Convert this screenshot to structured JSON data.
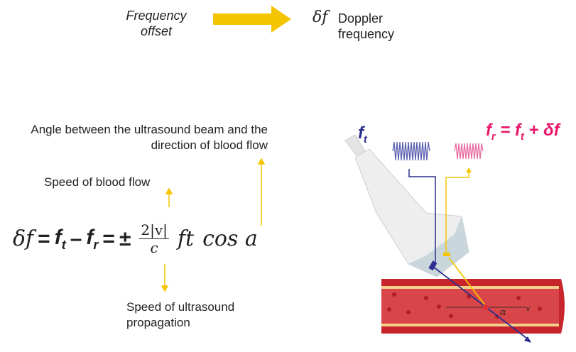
{
  "header": {
    "left_label": "Frequency offset",
    "symbol": "δf",
    "right_label": "Doppler frequency"
  },
  "annotations": {
    "angle": "Angle between the ultrasound beam and the direction of blood flow",
    "blood_speed": "Speed of blood flow",
    "ultrasound_speed": "Speed of ultrasound propagation"
  },
  "formula": {
    "lhs": "δf",
    "eq1": "=",
    "ft": "f",
    "ft_sub": "t",
    "minus": "–",
    "fr": "f",
    "fr_sub": "r",
    "eq2": "=",
    "pm": "±",
    "num": "2|v|",
    "den": "c",
    "ft2": "ft",
    "cos": "cos a"
  },
  "illustration": {
    "ft_label": "f",
    "ft_sub": "t",
    "fr_formula_f": "f",
    "fr_sub": "r",
    "fr_formula_rest": " = f",
    "fr_sub2": "t",
    "fr_tail": " + δf",
    "alpha": "α",
    "v": "v"
  },
  "colors": {
    "arrow": "#f5c400",
    "blue": "#2b2f8f",
    "pink": "#e8176a",
    "vessel": "#c8242c"
  }
}
